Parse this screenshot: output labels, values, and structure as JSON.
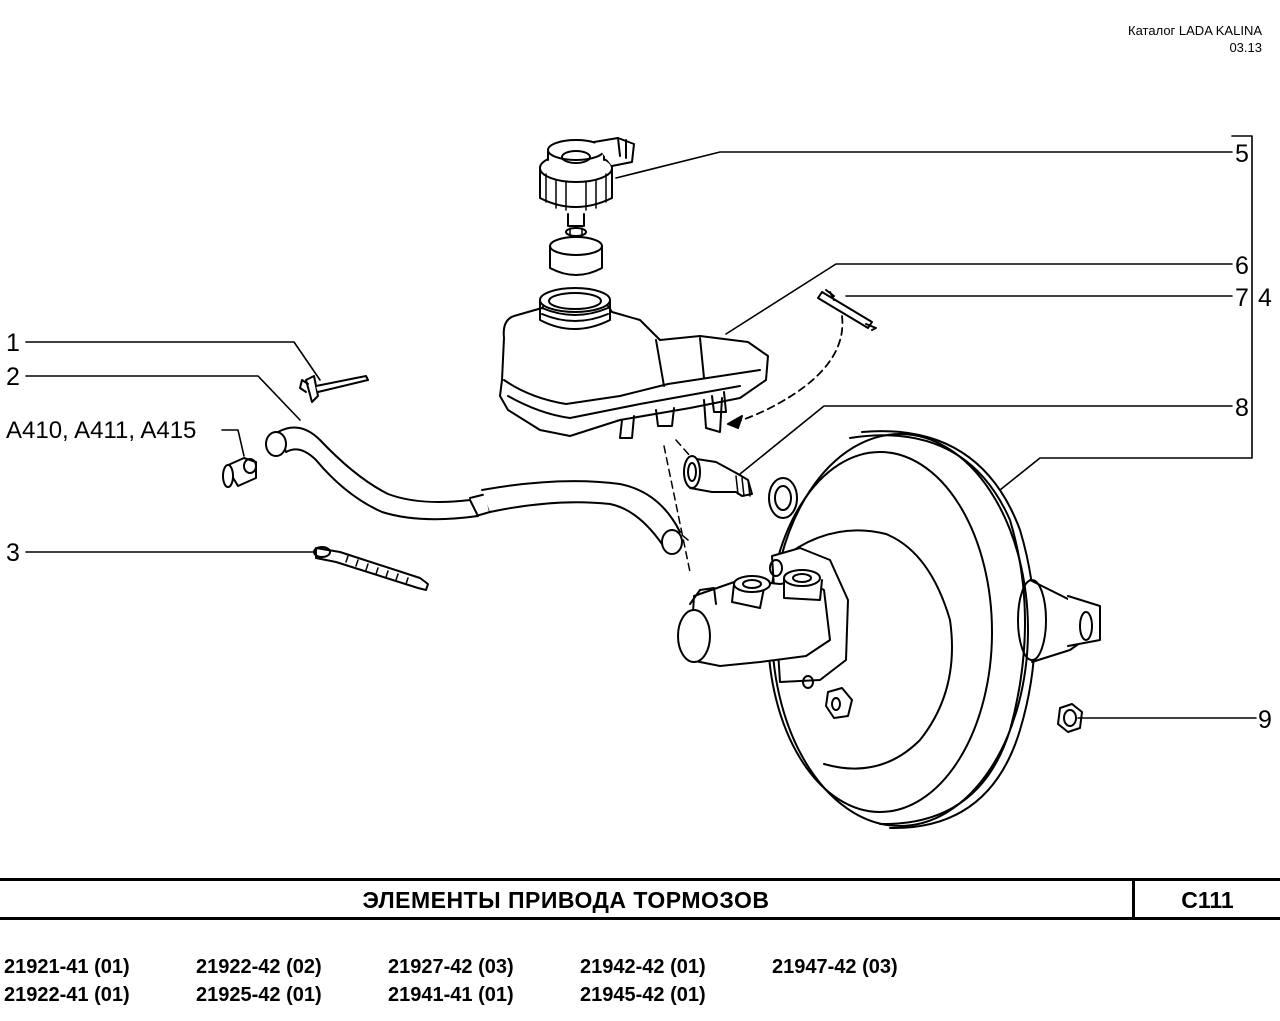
{
  "header": {
    "catalog": "Каталог LADA KALINA",
    "date": "03.13"
  },
  "callouts": {
    "c1": "1",
    "c2": "2",
    "c3": "3",
    "c4": "4",
    "c5": "5",
    "c6": "6",
    "c7": "7",
    "c8": "8",
    "c9": "9",
    "ref": "A410, A411, A415"
  },
  "title_block": {
    "title": "ЭЛЕМЕНТЫ  ПРИВОДА  ТОРМОЗОВ",
    "code": "C111"
  },
  "models": [
    "21921-41 (01)",
    "21922-41 (01)",
    "21922-42 (02)",
    "21925-42 (01)",
    "21927-42 (03)",
    "21941-41 (01)",
    "21942-42 (01)",
    "21945-42 (01)",
    "21947-42 (03)"
  ],
  "colors": {
    "ink": "#000000",
    "paper": "#ffffff"
  }
}
